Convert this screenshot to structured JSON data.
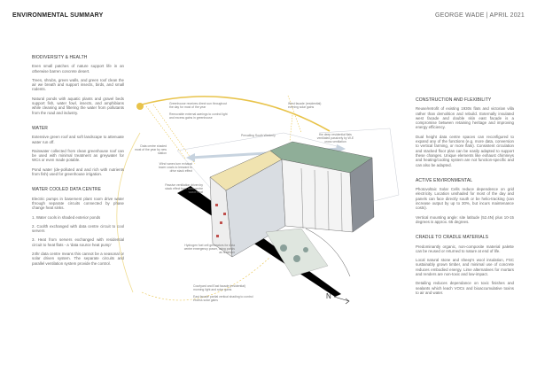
{
  "header": {
    "title": "ENVIRONMENTAL SUMMARY",
    "author_date": "GEORGE WADE  |  APRIL 2021"
  },
  "left": {
    "biodiversity": {
      "heading": "BIODIVERSITY & HEALTH",
      "paragraphs": [
        "Even small patches of nature support life in an otherwise barren concrete desert.",
        "Trees, shrubs, green walls, and green roof clean the air we breath and support insects, birds, and small rodents.",
        "Natural ponds with aquatic plants and gravel beds support fish, water fowl, insects, and amphibians while cleaning and filtering the water from pollutants from the road and industry."
      ]
    },
    "water": {
      "heading": "WATER",
      "paragraphs": [
        "Extensive green roof and soft landscape to attenuate water run off.",
        "Rainwater collected from clean greenhouse roof can be used with minimal treatment as greywater for WCs or even made potable.",
        "Pond water (de-polluted and and rich with nutrients from fish) used for greenhouse irrigation."
      ]
    },
    "data_centre": {
      "heading": "WATER COOLED DATA CENTRE",
      "paragraphs": [
        "Electric pumps in basement plant room drive water through separate circuits connected by phase change heat sinks.",
        "1.   Water cools in shaded exterior ponds",
        "2.   Coolth exchanged with data centre circuit to cool servers",
        "3.   Heat from servers exchanged with residential circuit to heat flats - a 'data source heat pump'",
        "24hr data centre means this cannot be a seasonal or solar driven system. The separate circuits and parallel ventilation system provide the control."
      ]
    }
  },
  "right": {
    "construction": {
      "heading": "CONSTRUCTION AND FLEXIBILITY",
      "paragraphs": [
        "Reuse/retrofit of existing 1930s flats and victorian villa rather than demolition and rebuild. Externally insulated west facade and double skin east facade is a compromise between retaining heritage and improving energy efficiency.",
        "Dual height data centre spaces can reconfigured to expand any of the functions (e.g. more data, conversion to vertical farming, or more flats). Consistent circulation and stacked floor plan can be easily adapted to support these changes. Unique elements like exhaust chimneys and heating/cooling system are not function-specific and can also be adapted."
      ]
    },
    "active": {
      "heading": "ACTIVE ENVIRONMENTAL",
      "paragraphs": [
        "Photovoltaic Solar Cells reduce dependence on grid electricity. Location unshaded for most of the day and panels can face directly south or be helio-tracking (can increase output by up to 30%, but incurs maintenance costs).",
        "Vertical mounting angle: site latitude (52.4N) plus 10-15 degrees is approx. 65 degrees."
      ]
    },
    "cradle": {
      "heading": "CRADLE TO CRADLE MATERIALS",
      "paragraphs": [
        "Predominantly organic, non-composite material palette can be reused or returned to nature at end of life.",
        "Local natural stone and sheep's wool insulation, FSC sustainably grown timber, and minimal use of concrete reduces embodied energy. Lime alternatives for mortars and renders are non-toxic and low-impact.",
        "Detailing reduces dependance on toxic finishes and sealants which leach VOCs and bioaccumulative toxins to air and water."
      ]
    }
  },
  "annotations": {
    "greenhouse_sun": "Greenhouse receives direct sun throughout the day for most of the year",
    "awnings": "Removable external awnings to control light and excess gains in greenhouse",
    "west_facade": "West facade (residential) evening solar gains",
    "wind": "Prevailing South Westerly",
    "flats_vent": "the deep residential flats ventilated passively by W-E cross ventilation",
    "data_shaded": "Data centre shaded most of the year by new station",
    "wind_vanes": "Wind vanes turn exhaust tower cowls to leeward to drive stack effect",
    "passive_vent": "Passive ventilation driven by stack effect from data centre waste heat",
    "hydrogen": "Hydrogen fuel cell generators for data centre emergency power, using ponds as reservoir",
    "courtyard": "Courtyard and East facade (residential) morning light and solar gains",
    "east_shading": "East facade partial vertical shading to control excess solar gains",
    "north": "N"
  },
  "colors": {
    "sun": "#e8c34a",
    "roof_green": "#8fae98",
    "glass": "#f0e3b0"
  }
}
